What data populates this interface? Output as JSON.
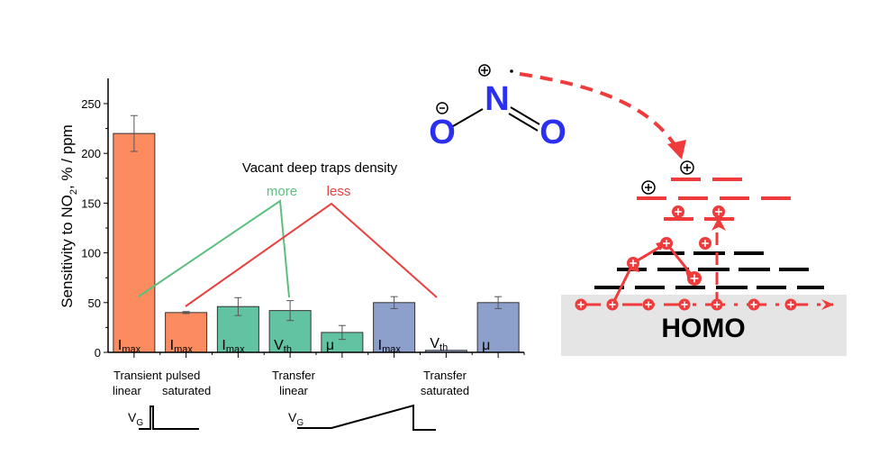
{
  "chart_data": {
    "type": "bar",
    "ylabel": "Sensitivity to NO",
    "ylabel_sub": "2",
    "ylabel_suffix": ", % / ppm",
    "ylim": [
      0,
      275
    ],
    "yticks": [
      0,
      50,
      100,
      150,
      200,
      250
    ],
    "grid": false,
    "bars": [
      {
        "label_main": "I",
        "label_sub": "max",
        "value": 220,
        "err_low": 202,
        "err_high": 238,
        "group": "transient"
      },
      {
        "label_main": "I",
        "label_sub": "max",
        "value": 40,
        "err_low": 39,
        "err_high": 41,
        "group": "transient"
      },
      {
        "label_main": "I",
        "label_sub": "max",
        "value": 46,
        "err_low": 37,
        "err_high": 55,
        "group": "transfer_linear"
      },
      {
        "label_main": "V",
        "label_sub": "th",
        "value": 42,
        "err_low": 32,
        "err_high": 52,
        "group": "transfer_linear"
      },
      {
        "label_main": "μ",
        "label_sub": "",
        "value": 20,
        "err_low": 13,
        "err_high": 27,
        "group": "transfer_linear"
      },
      {
        "label_main": "I",
        "label_sub": "max",
        "value": 50,
        "err_low": 44,
        "err_high": 56,
        "group": "transfer_saturated"
      },
      {
        "label_main": "V",
        "label_sub": "th",
        "value": 2,
        "err_low": 2,
        "err_high": 2,
        "group": "transfer_saturated"
      },
      {
        "label_main": "μ",
        "label_sub": "",
        "value": 50,
        "err_low": 44,
        "err_high": 56,
        "group": "transfer_saturated"
      }
    ],
    "group_colors": {
      "transient": "#fc8c5f",
      "transfer_linear": "#62c3a3",
      "transfer_saturated": "#8d9fcb"
    },
    "group_labels": [
      {
        "line1": "Transient",
        "line2": "linear"
      },
      {
        "line1": "pulsed",
        "line2": "saturated"
      },
      {
        "line1": "Transfer",
        "line2": "linear"
      },
      {
        "line1": "Transfer",
        "line2": "saturated"
      }
    ],
    "annotation_title": "Vacant deep traps density",
    "annotation_more": "more",
    "annotation_less": "less",
    "more_color": "#5dbf7f",
    "less_color": "#e8413f",
    "vg_label": "V",
    "vg_sub": "G"
  },
  "diagram": {
    "molecule": {
      "nitrogen": "N",
      "oxygen_left": "O",
      "oxygen_right": "O",
      "plus": "+",
      "minus": "-",
      "atom_color": "#2b2ff0"
    },
    "homo_label": "HOMO",
    "hole_color": "#ef3b3b",
    "homo_bg": "#e5e5e5"
  }
}
